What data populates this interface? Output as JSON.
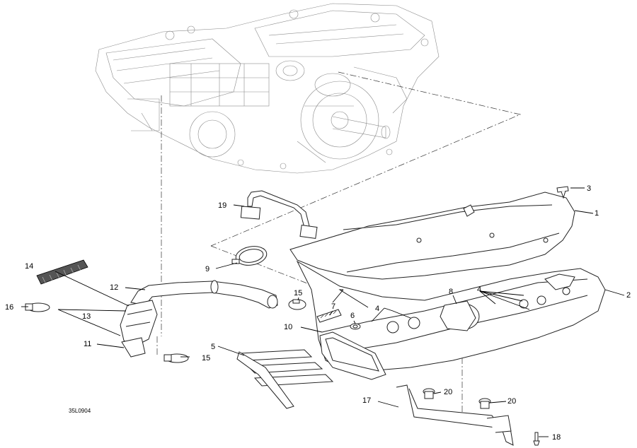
{
  "diagram": {
    "drawing_code": "35L0904",
    "callouts": [
      {
        "id": "c1",
        "text": "1"
      },
      {
        "id": "c2",
        "text": "2"
      },
      {
        "id": "c3",
        "text": "3"
      },
      {
        "id": "c4a",
        "text": "4"
      },
      {
        "id": "c4b",
        "text": "4"
      },
      {
        "id": "c5",
        "text": "5"
      },
      {
        "id": "c6",
        "text": "6"
      },
      {
        "id": "c7",
        "text": "7"
      },
      {
        "id": "c8",
        "text": "8"
      },
      {
        "id": "c9",
        "text": "9"
      },
      {
        "id": "c10",
        "text": "10"
      },
      {
        "id": "c11",
        "text": "11"
      },
      {
        "id": "c12",
        "text": "12"
      },
      {
        "id": "c13",
        "text": "13"
      },
      {
        "id": "c14",
        "text": "14"
      },
      {
        "id": "c15a",
        "text": "15"
      },
      {
        "id": "c15b",
        "text": "15"
      },
      {
        "id": "c16",
        "text": "16"
      },
      {
        "id": "c17",
        "text": "17"
      },
      {
        "id": "c18",
        "text": "18"
      },
      {
        "id": "c19",
        "text": "19"
      },
      {
        "id": "c20a",
        "text": "20"
      },
      {
        "id": "c20b",
        "text": "20"
      }
    ]
  }
}
